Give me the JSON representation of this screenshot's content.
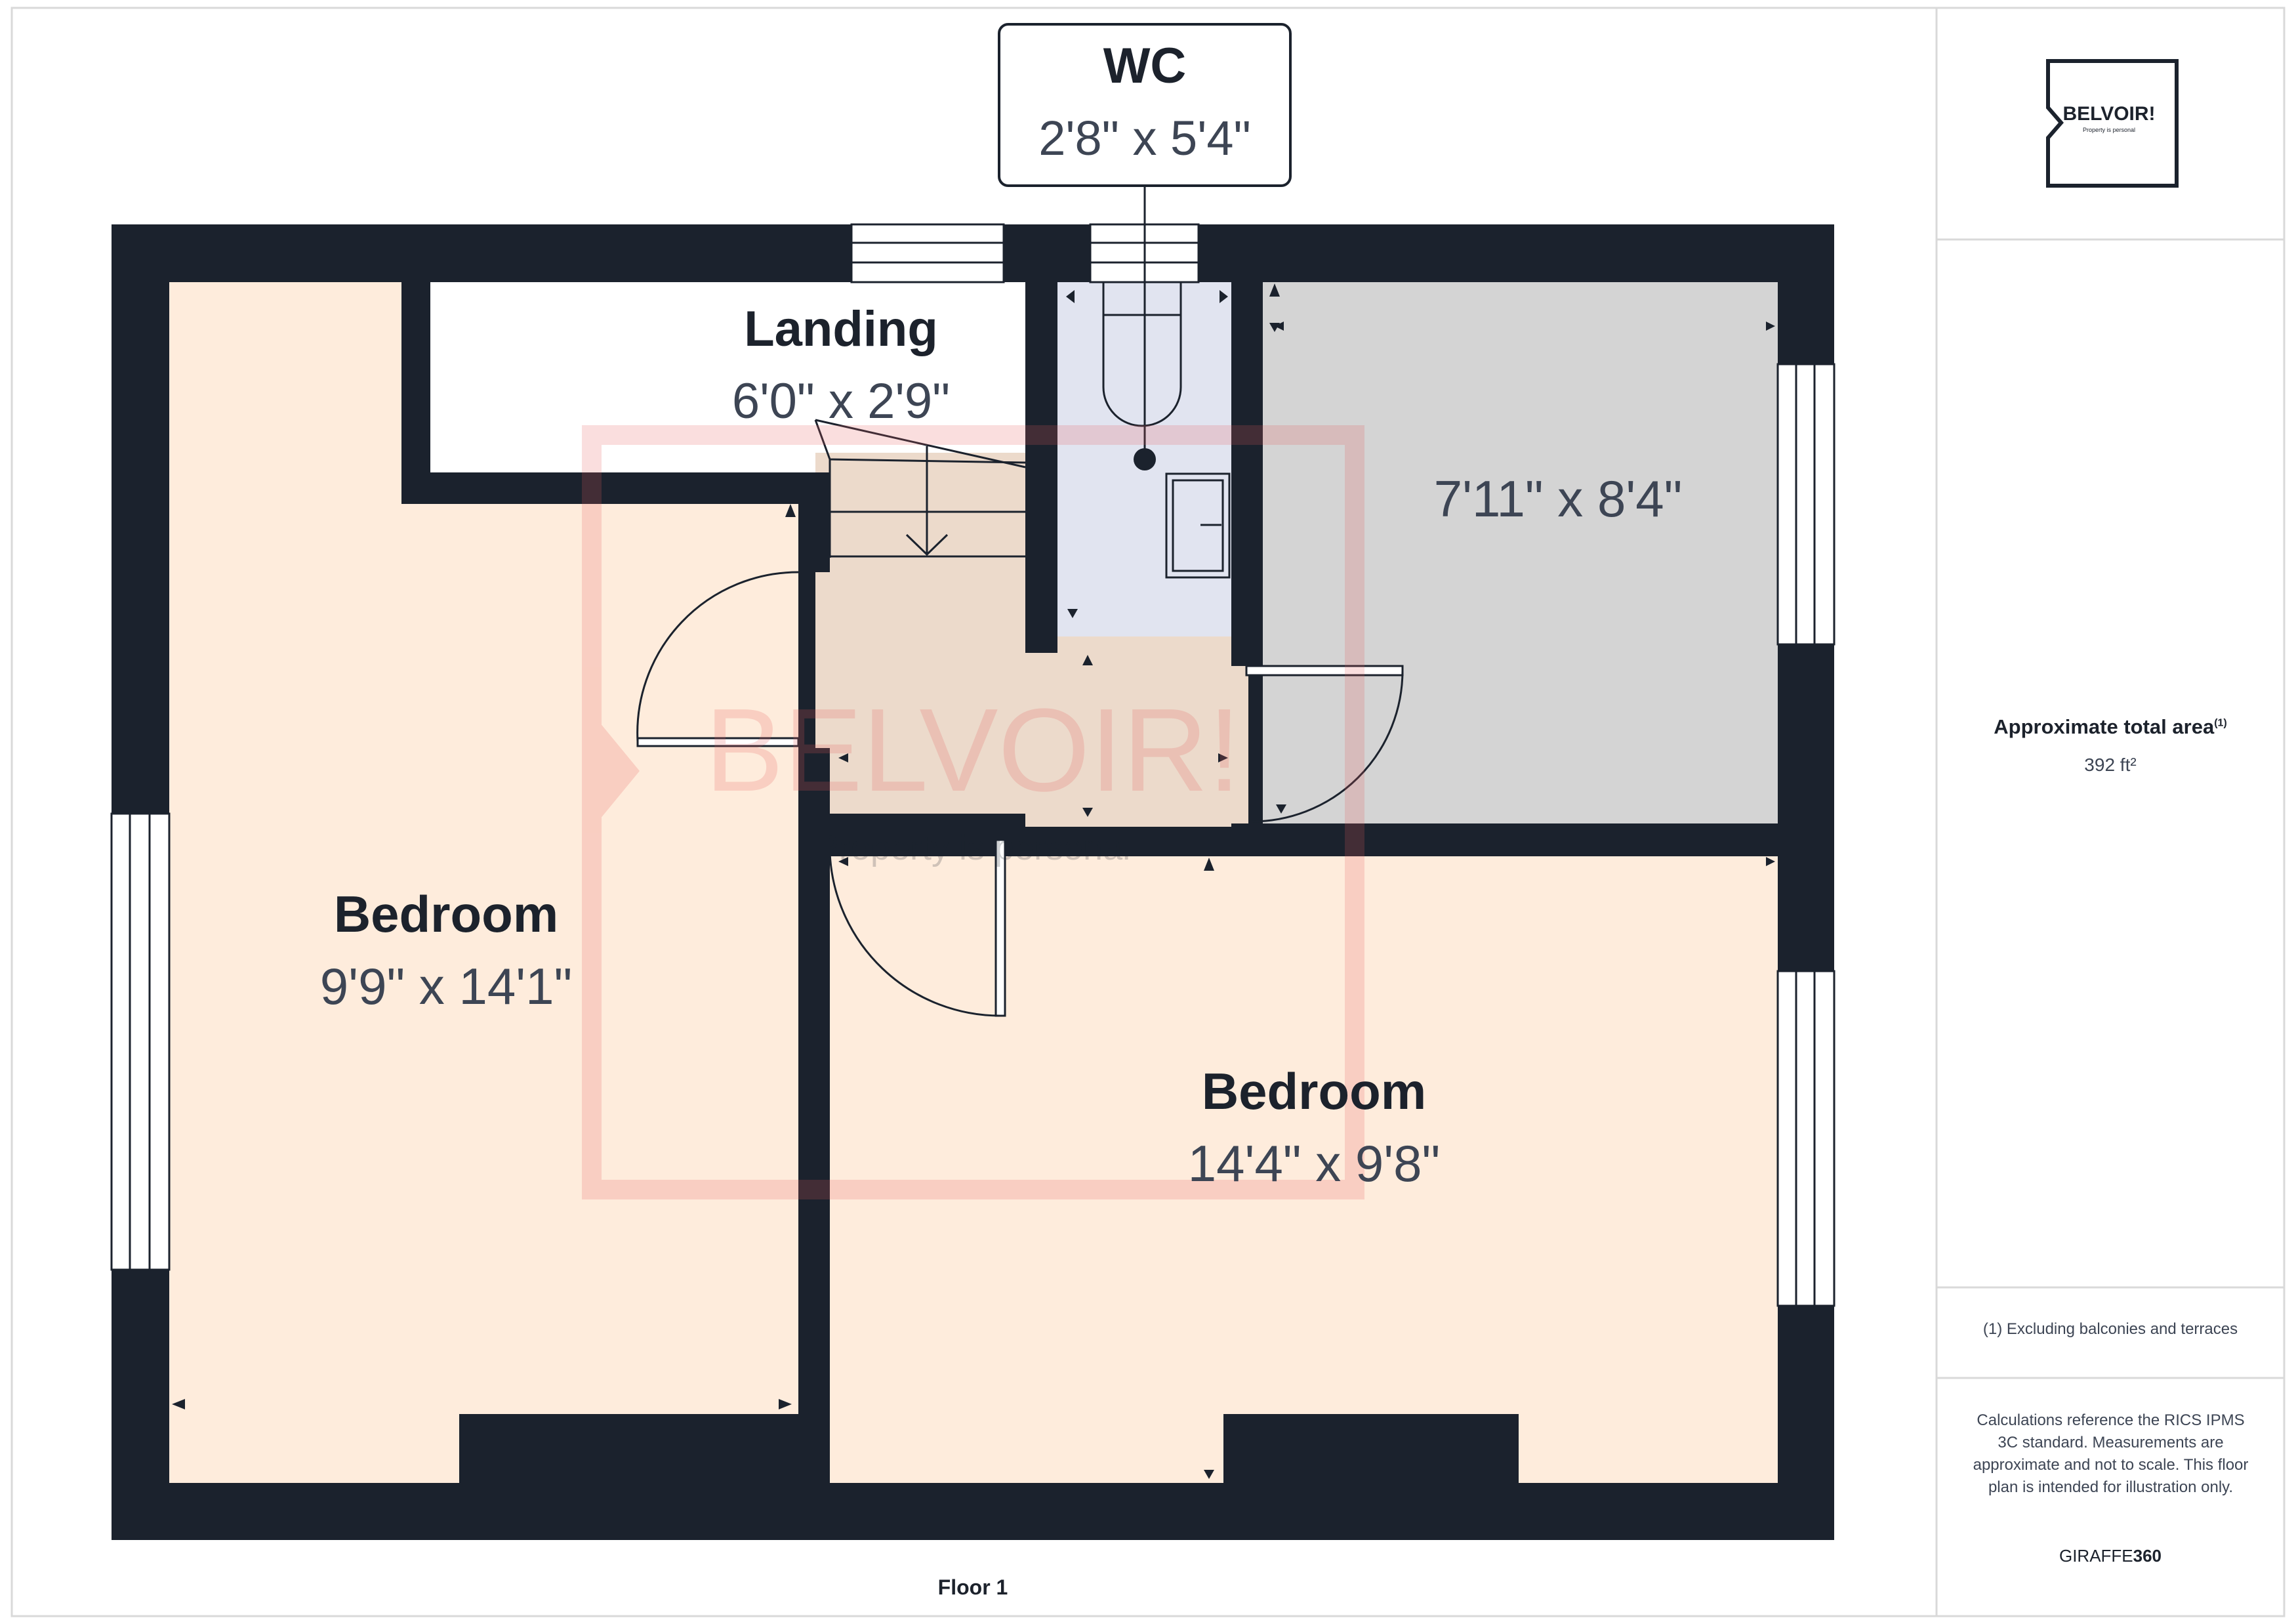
{
  "colors": {
    "wall": "#1b222d",
    "bedroom_fill": "#feecdc",
    "wc_fill": "#e1e4f0",
    "unlabeled_room_fill": "#d4d4d4",
    "landing_fill": "#ffffff",
    "watermark": "#e65a5a",
    "text_dark": "#1c222c",
    "text_dims": "#3d4554"
  },
  "rooms": {
    "wc": {
      "name": "WC",
      "dims": "2'8\" x 5'4\""
    },
    "landing": {
      "name": "Landing",
      "dims": "6'0\" x 2'9\""
    },
    "unlabeled": {
      "dims": "7'11\" x 8'4\""
    },
    "bedroom_left": {
      "name": "Bedroom",
      "dims": "9'9\" x 14'1\""
    },
    "bedroom_right": {
      "name": "Bedroom",
      "dims": "14'4\" x 9'8\""
    }
  },
  "floor_label": "Floor 1",
  "logo": {
    "name": "BELVOIR!",
    "tagline": "Property is personal"
  },
  "watermark": {
    "name": "BELVOIR!",
    "tagline": "Property is personal"
  },
  "sidebar": {
    "area_title": "Approximate total area",
    "area_sup": "(1)",
    "area_value": "392 ft²",
    "footnote": "(1) Excluding balconies and terraces",
    "disclaimer": "Calculations reference the RICS IPMS 3C standard. Measurements are approximate and not to scale. This floor plan is intended for illustration only.",
    "brand_prefix": "GIRAFFE",
    "brand_suffix": "360"
  }
}
